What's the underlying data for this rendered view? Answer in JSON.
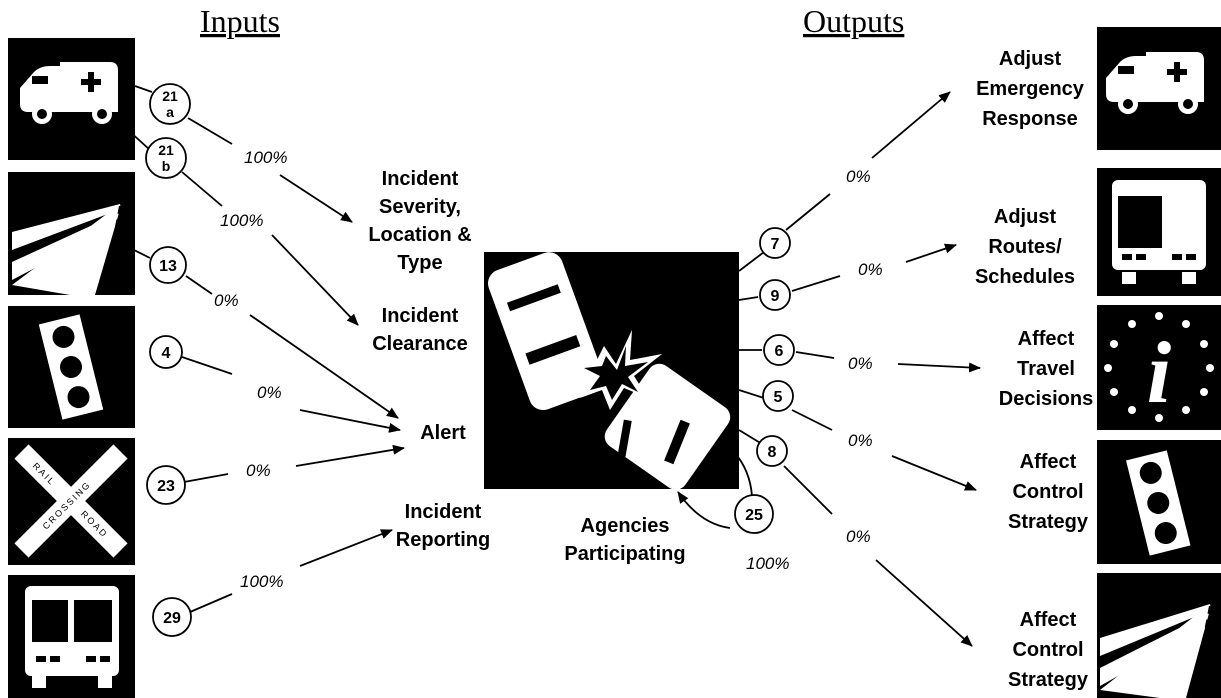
{
  "headers": {
    "inputs": "Inputs",
    "outputs": "Outputs"
  },
  "center": {
    "incident_severity": [
      "Incident",
      "Severity,",
      "Location &",
      "Type"
    ],
    "incident_clearance": [
      "Incident",
      "Clearance"
    ],
    "alert": "Alert",
    "incident_reporting": [
      "Incident",
      "Reporting"
    ],
    "agencies": [
      "Agencies",
      "Participating"
    ]
  },
  "inputs": {
    "n21a": [
      "21",
      "a"
    ],
    "n21b": [
      "21",
      "b"
    ],
    "n13": "13",
    "n4": "4",
    "n23": "23",
    "n29": "29",
    "p21a": "100%",
    "p21b": "100%",
    "p13": "0%",
    "p4": "0%",
    "p23": "0%",
    "p29": "100%"
  },
  "outputs": {
    "n7": "7",
    "n9": "9",
    "n6": "6",
    "n5": "5",
    "n8": "8",
    "n25": "25",
    "p7": "0%",
    "p9": "0%",
    "p6": "0%",
    "p5": "0%",
    "p8": "0%",
    "p25": "100%",
    "adjust_emergency": [
      "Adjust",
      "Emergency",
      "Response"
    ],
    "adjust_routes": [
      "Adjust",
      "Routes/",
      "Schedules"
    ],
    "affect_travel": [
      "Affect",
      "Travel",
      "Decisions"
    ],
    "affect_control_1": [
      "Affect",
      "Control",
      "Strategy"
    ],
    "affect_control_2": [
      "Affect",
      "Control",
      "Strategy"
    ]
  },
  "railroad": {
    "word1": "RAIL",
    "word2": "ROAD",
    "word3": "CROSSING"
  },
  "info_glyph": "i",
  "colors": {
    "icon_bg": "#000000",
    "icon_fg": "#ffffff",
    "ink": "#000000"
  },
  "icons": [
    "ambulance-icon",
    "highway-icon",
    "traffic-signal-icon",
    "railroad-crossing-icon",
    "bus-icon",
    "crash-icon",
    "information-icon"
  ]
}
